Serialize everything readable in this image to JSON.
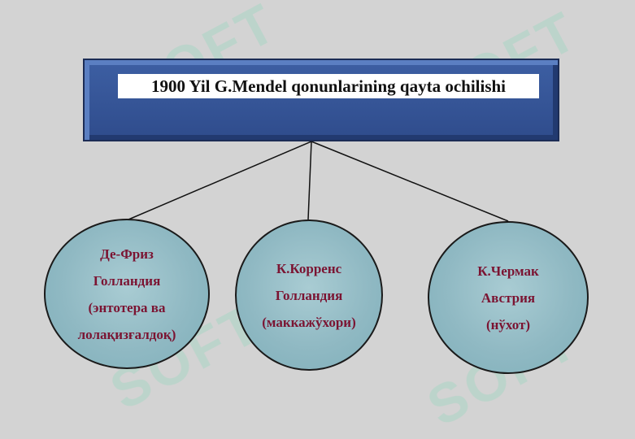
{
  "title": "1900 Yil G.Mendel qonunlarining qayta ochilishi",
  "watermark_text": "SOFT",
  "nodes": [
    {
      "lines": [
        "Де-Фриз",
        "Голландия",
        "(энтотера ва",
        "лолақизғалдоқ)"
      ]
    },
    {
      "lines": [
        "К.Корренс",
        "Голландия",
        "(маккажўхори)"
      ]
    },
    {
      "lines": [
        "К.Чермак",
        "Австрия",
        "(нўхот)"
      ]
    }
  ],
  "colors": {
    "background": "#d3d3d3",
    "title_box": "#3d5fa3",
    "node_fill": "#98c0c9",
    "node_text": "#7b1432",
    "connector": "#111111"
  }
}
